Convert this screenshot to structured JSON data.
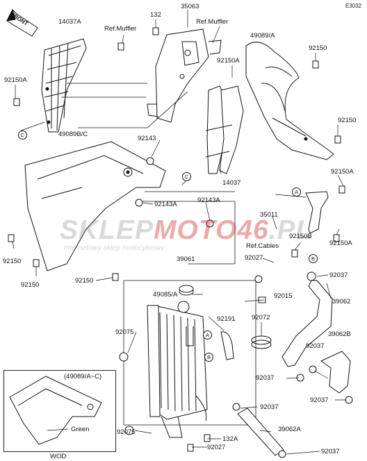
{
  "diagram_code": "E3032",
  "front_label": "FRONT",
  "watermark": {
    "brand_main": "SKLEP",
    "brand_accent": "MOTO46",
    "brand_tld": ".PL",
    "tagline": "internetowy sklep motocyklowy"
  },
  "parts": {
    "p14037A": "14037A",
    "p92150A_left": "92150A",
    "pRefMuffler1": "Ref.Muffler",
    "p132": "132",
    "p35063": "35063",
    "pRefMuffler2": "Ref.Muffler",
    "p49089A": "49089/A",
    "p92150_tr1": "92150",
    "p92150A_mid": "92150A",
    "p92150_tr2": "92150",
    "p49089BC": "49089B/C",
    "p92143": "92143",
    "p92143A_1": "92143A",
    "p92143A_2": "92143A",
    "p14037": "14037",
    "p92150A_r1": "92150A",
    "p35011": "35011",
    "p92150B": "92150B",
    "p92150A_r2": "92150A",
    "pRefCables": "Ref.Cables",
    "p92150_l1": "92150",
    "p92150_l2": "92150",
    "p92150_c": "92150",
    "p39061": "39061",
    "p92027_top": "92027",
    "p92037_r1": "92037",
    "p49085A": "49085/A",
    "p92015": "92015",
    "p39062": "39062",
    "p92191": "92191",
    "p92072": "92072",
    "p92075_top": "92075",
    "p39062B": "39062B",
    "p92037_m": "92037",
    "p92037_l": "92037",
    "p92037_r3": "92037",
    "p92037_b1": "92037",
    "p39062A": "39062A",
    "p92075_bot": "92075",
    "p132A": "132A",
    "p92027_bot": "92027",
    "p92037_b2": "92037"
  },
  "callouts": {
    "A": "A",
    "B": "B",
    "C": "C"
  },
  "inset": {
    "title": "(49089/A~C)",
    "color_label": "Green",
    "variant_label": "WOD"
  }
}
